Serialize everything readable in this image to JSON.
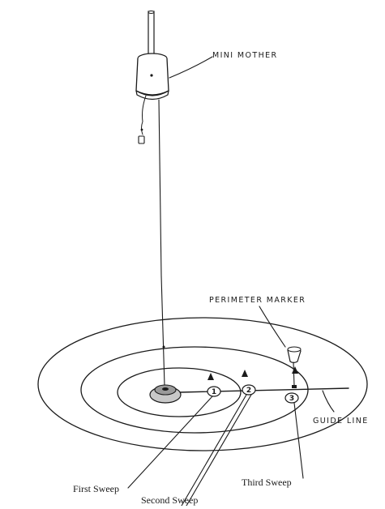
{
  "labels": {
    "mini_mother": "MINI MOTHER",
    "perimeter_marker": "PERIMETER MARKER",
    "guide_line": "GUIDE LINE",
    "first_sweep": "First Sweep",
    "second_sweep": "Second Sweep",
    "third_sweep": "Third Sweep"
  },
  "markers": [
    {
      "number": "1"
    },
    {
      "number": "2"
    },
    {
      "number": "3"
    }
  ],
  "colors": {
    "ink": "#1a1a1a",
    "paper": "#ffffff",
    "base_gray": "#9a9a9a"
  }
}
